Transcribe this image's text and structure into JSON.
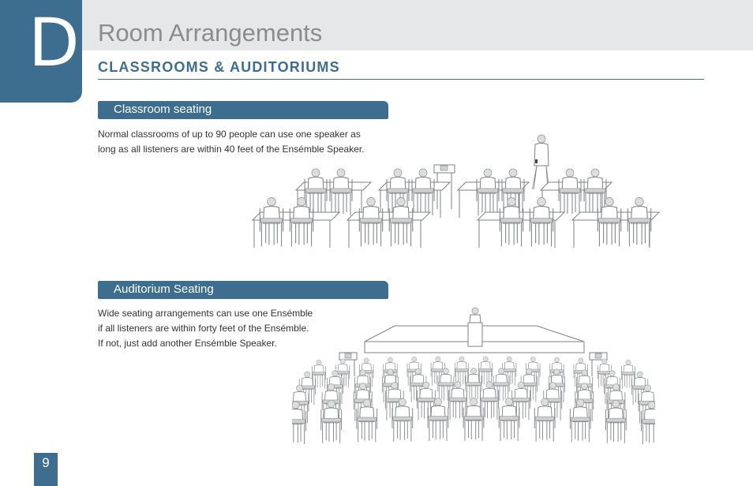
{
  "chapter": {
    "letter": "D"
  },
  "header": {
    "title": "Room Arrangements"
  },
  "section": {
    "heading": "CLASSROOMS & AUDITORIUMS"
  },
  "classroom": {
    "subheading": "Classroom seating",
    "lines": [
      "Normal classrooms of up to 90 people can use one speaker as",
      "long as all listeners are within 40 feet of the Ensémble Speaker."
    ]
  },
  "auditorium": {
    "subheading": "Auditorium Seating",
    "lines": [
      "Wide seating arrangements can use one Ensémble",
      "if all listeners are within forty feet of the Ensémble.",
      "If not, just add another Ensémble Speaker."
    ]
  },
  "footer": {
    "page_number": "9"
  },
  "colors": {
    "accent": "#3d6e8f",
    "header_band": "#e6e7e8",
    "title_gray": "#8a8c8e"
  }
}
